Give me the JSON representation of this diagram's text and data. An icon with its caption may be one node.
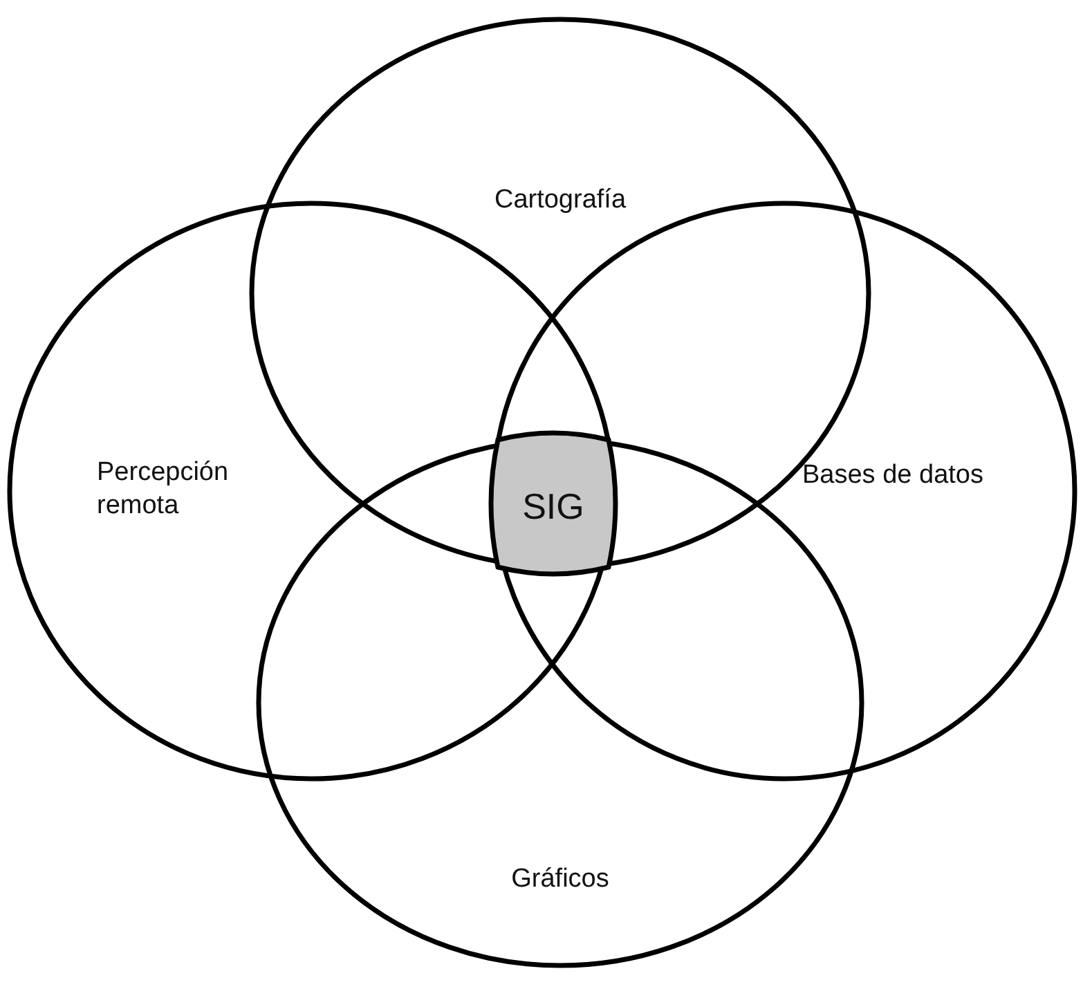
{
  "diagram": {
    "nodes": [
      {
        "text": [
          "Cartografía"
        ]
      },
      {
        "text": [
          "Percepción remota"
        ]
      },
      {
        "text": [
          "Bases de datos"
        ]
      },
      {
        "text": [
          "Gráficos"
        ]
      },
      {
        "text": [
          "SIG"
        ]
      }
    ],
    "edges": []
  }
}
